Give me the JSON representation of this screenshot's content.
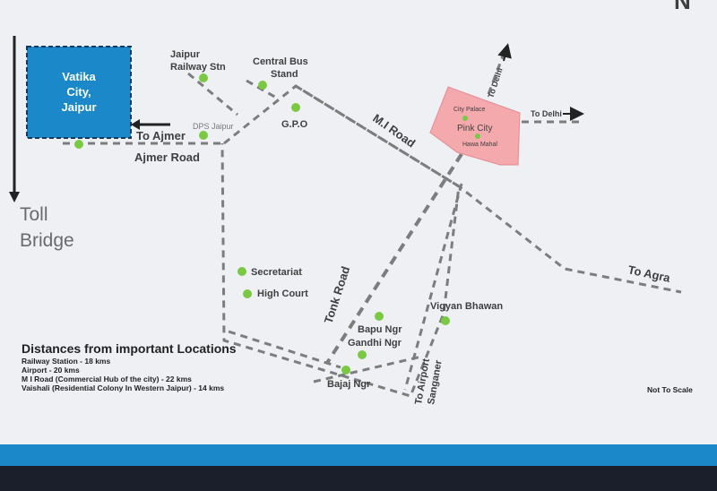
{
  "city_box": {
    "lines": [
      "Vatika",
      "City,",
      "Jaipur"
    ]
  },
  "toll_bridge": {
    "line1": "Toll",
    "line2": "Bridge"
  },
  "compass": {
    "letter": "N"
  },
  "places": {
    "jaipur_railway_stn": [
      "Jaipur",
      "Railway Stn"
    ],
    "central_bus_stand": [
      "Central Bus",
      "Stand"
    ],
    "dps_jaipur": "DPS Jaipur",
    "gpo": "G.P.O",
    "secretariat": "Secretariat",
    "high_court": "High Court",
    "bapu_ngr": "Bapu Ngr",
    "gandhi_ngr": "Gandhi Ngr",
    "bajaj_ngr": "Bajaj Ngr",
    "vigyan_bhawan": "Vigyan Bhawan"
  },
  "pink_city": {
    "city_palace": "City Palace",
    "pink_city": "Pink City",
    "hawa_mahal": "Hawa Mahal",
    "fill": "#f4a9ad"
  },
  "roads": {
    "to_ajmer": "To Ajmer",
    "ajmer_road": "Ajmer Road",
    "mi_road": "M.I Road",
    "tonk_road": "Tonk Road",
    "to_agra": "To Agra",
    "to_delhi_vertical": "To Delhi",
    "to_delhi_horizontal": "To Delhi",
    "to_airport": [
      "To Airport",
      "Sanganer"
    ]
  },
  "distances": {
    "title": "Distances from important Locations",
    "rows": [
      "Railway Station - 18 kms",
      "Airport - 20 kms",
      "M I Road (Commercial Hub of the city) - 22 kms",
      "Vaishali (Residential Colony In Western Jaipur) - 14 kms"
    ]
  },
  "not_to_scale": "Not To Scale",
  "colors": {
    "map_bg": "#eef0f4",
    "city_box": "#1a88c9",
    "accent_green": "#7ac943",
    "road_gray": "#7d7d7d",
    "footer_blue": "#1a88c9",
    "footer_dark": "#1a1f2b"
  }
}
